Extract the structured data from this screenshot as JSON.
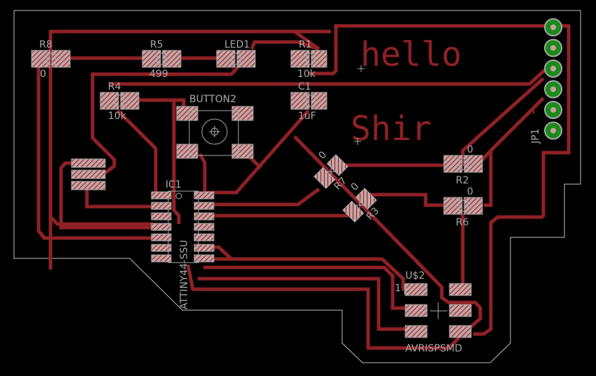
{
  "board": {
    "title": "PCB layout - hello board",
    "colors": {
      "background": "#000000",
      "copper": "#8f2126",
      "silkscreen": "#a8a8a8",
      "pad_fill": "#c0a0a0",
      "header_pad": "#1a8a1a",
      "outline": "#bfbfbf"
    }
  },
  "copper_text": {
    "line1": "hello",
    "line2": "Shir"
  },
  "components": {
    "r8": {
      "name": "R8",
      "value": "0"
    },
    "r5": {
      "name": "R5",
      "value": "499"
    },
    "led1": {
      "name": "LED1",
      "value": ""
    },
    "r1": {
      "name": "R1",
      "value": "10k"
    },
    "r4": {
      "name": "R4",
      "value": "10k"
    },
    "c1": {
      "name": "C1",
      "value": "1uF"
    },
    "button2": {
      "name": "BUTTON2"
    },
    "ic1": {
      "name": "IC1",
      "value": "ATTINY44-SSU"
    },
    "r7": {
      "name": "R7",
      "value": "0"
    },
    "r3": {
      "name": "R3",
      "value": "0"
    },
    "r2": {
      "name": "R2",
      "value": "0"
    },
    "r6": {
      "name": "R6",
      "value": "0"
    },
    "jp1": {
      "name": "JP1"
    },
    "us2": {
      "name": "U$2",
      "value": "AVRISPSMD",
      "pin1": "1"
    }
  }
}
